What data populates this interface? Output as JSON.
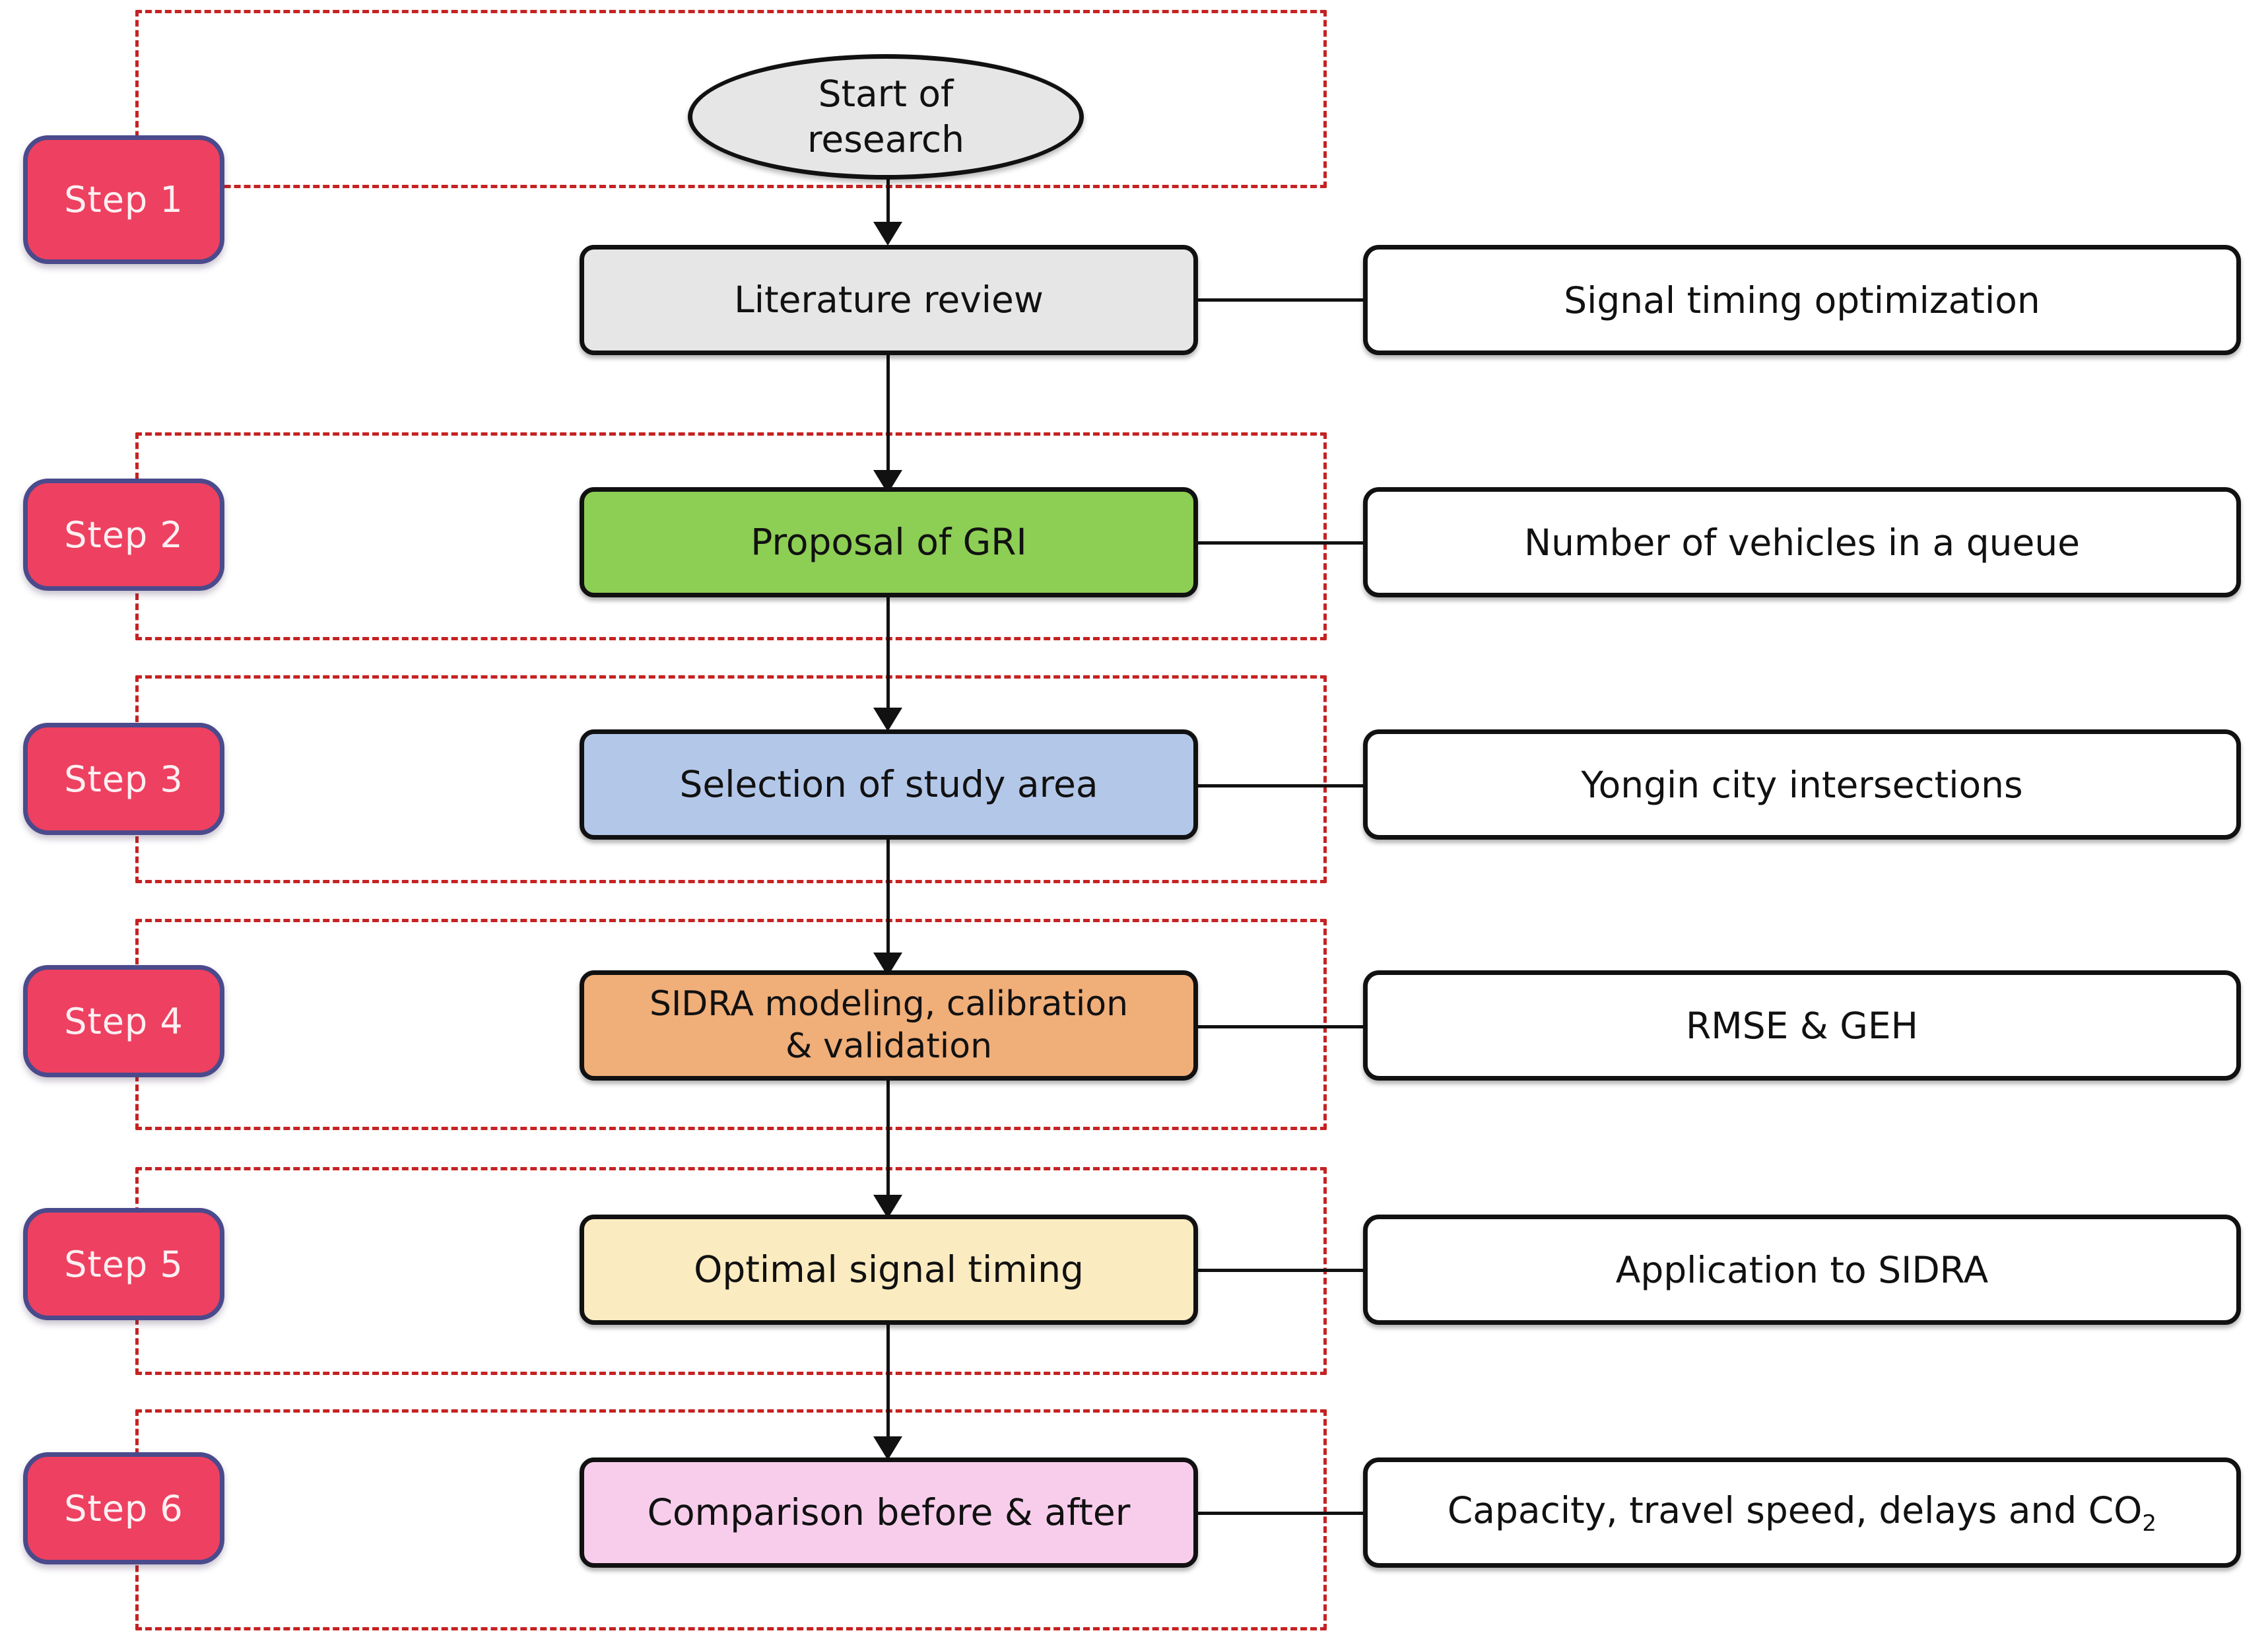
{
  "diagram": {
    "title": "Research methodology flowchart",
    "colors": {
      "zone_border": "#C62222",
      "badge_fill": "#EE4060",
      "badge_border": "#4A4A8C",
      "badge_text": "#FCEFF2",
      "node_border": "#111111",
      "start_fill": "#E6E6E6",
      "literature_fill": "#E6E6E6",
      "gri_fill": "#8DCE54",
      "study_area_fill": "#B3C7E8",
      "sidra_fill": "#F0AE79",
      "optimal_fill": "#FBEBC0",
      "comparison_fill": "#F8CDEC",
      "side_fill": "#FFFFFF"
    },
    "steps": [
      {
        "badge": "Step 1"
      },
      {
        "badge": "Step 2"
      },
      {
        "badge": "Step 3"
      },
      {
        "badge": "Step 4"
      },
      {
        "badge": "Step 5"
      },
      {
        "badge": "Step 6"
      }
    ],
    "start_node": {
      "label": "Start of\nresearch"
    },
    "nodes": [
      {
        "label": "Literature review"
      },
      {
        "label": "Proposal of GRI"
      },
      {
        "label": "Selection of study area"
      },
      {
        "label": "SIDRA modeling, calibration\n& validation"
      },
      {
        "label": "Optimal signal timing"
      },
      {
        "label": "Comparison before & after"
      }
    ],
    "side_nodes": [
      {
        "label": "Signal timing optimization"
      },
      {
        "label": "Number of vehicles in a queue"
      },
      {
        "label": "Yongin city intersections"
      },
      {
        "label": "RMSE & GEH"
      },
      {
        "label": "Application to SIDRA"
      },
      {
        "label_prefix": "Capacity, travel speed, delays and CO",
        "label_sub": "2"
      }
    ]
  }
}
